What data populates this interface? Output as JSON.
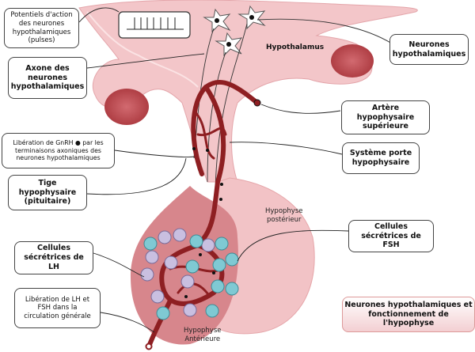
{
  "labels": {
    "potentiels": "Potentiels d'action\ndes neurones\nhypothalamiques\n(pulses)",
    "axone": "Axone des\nneurones\nhypothalamiques",
    "neurones": "Neurones\nhypothalamiques",
    "artere": "Artère\nhypophysaire\nsupérieure",
    "systeme_porte": "Système porte\nhypophysaire",
    "liberation_gnrh": "Libération de GnRH ● par les\nterminaisons axoniques des\nneurones hypothalamiques",
    "tige": "Tige\nhypophysaire\n(pituitaire)",
    "cellules_lh": "Cellules\nsécrétrices de\nLH",
    "liberation_lh_fsh": "Libération de LH et\nFSH dans la\ncirculation générale",
    "cellules_fsh": "Cellules\nsécrétrices de\nFSH",
    "hypothalamus": "Hypothalamus",
    "hypophyse_posterieur": "Hypophyse\npostérieur",
    "hypophyse_anterieure": "Hypophyse\nAntérieure"
  },
  "title": "Neurones hypothalamiques et\nfonctionnement de l'hypophyse",
  "colors": {
    "tissue": "#f4c9cc",
    "tissue_dark": "#d9868c",
    "vessel": "#8e1f22",
    "lh_cell": "#c9bfe0",
    "fsh_cell": "#7fc9d3"
  }
}
